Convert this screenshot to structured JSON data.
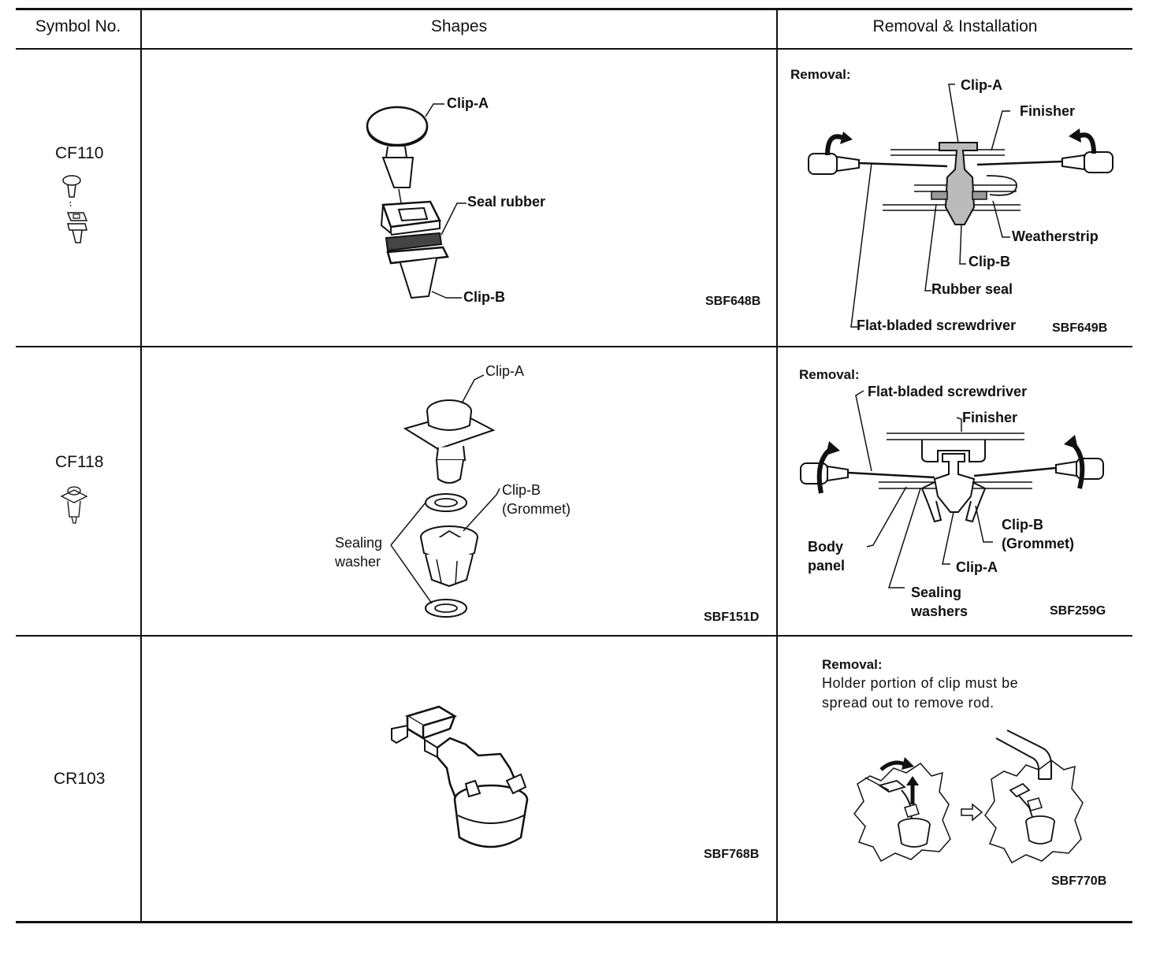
{
  "table": {
    "headers": [
      "Symbol No.",
      "Shapes",
      "Removal & Installation"
    ],
    "rows": [
      {
        "symbol": "CF110",
        "shape": {
          "labels": [
            "Clip-A",
            "Seal rubber",
            "Clip-B"
          ],
          "code": "SBF648B"
        },
        "removal": {
          "title": "Removal:",
          "labels": [
            "Clip-A",
            "Finisher",
            "Weatherstrip",
            "Clip-B",
            "Rubber seal",
            "Flat-bladed screwdriver"
          ],
          "code": "SBF649B"
        }
      },
      {
        "symbol": "CF118",
        "shape": {
          "labels": [
            "Clip-A",
            "Clip-B",
            "(Grommet)",
            "Sealing",
            "washer"
          ],
          "code": "SBF151D"
        },
        "removal": {
          "title": "Removal:",
          "labels": [
            "Flat-bladed screwdriver",
            "Finisher",
            "Body",
            "panel",
            "Clip-B",
            "(Grommet)",
            "Clip-A",
            "Sealing",
            "washers"
          ],
          "code": "SBF259G"
        }
      },
      {
        "symbol": "CR103",
        "shape": {
          "labels": [],
          "code": "SBF768B"
        },
        "removal": {
          "title": "Removal:",
          "note_lines": [
            "Holder portion of clip must be",
            "spread out to remove rod."
          ],
          "code": "SBF770B"
        }
      }
    ]
  },
  "icons": [
    "clip-icon",
    "arrow-icon",
    "screwdriver-icon"
  ]
}
